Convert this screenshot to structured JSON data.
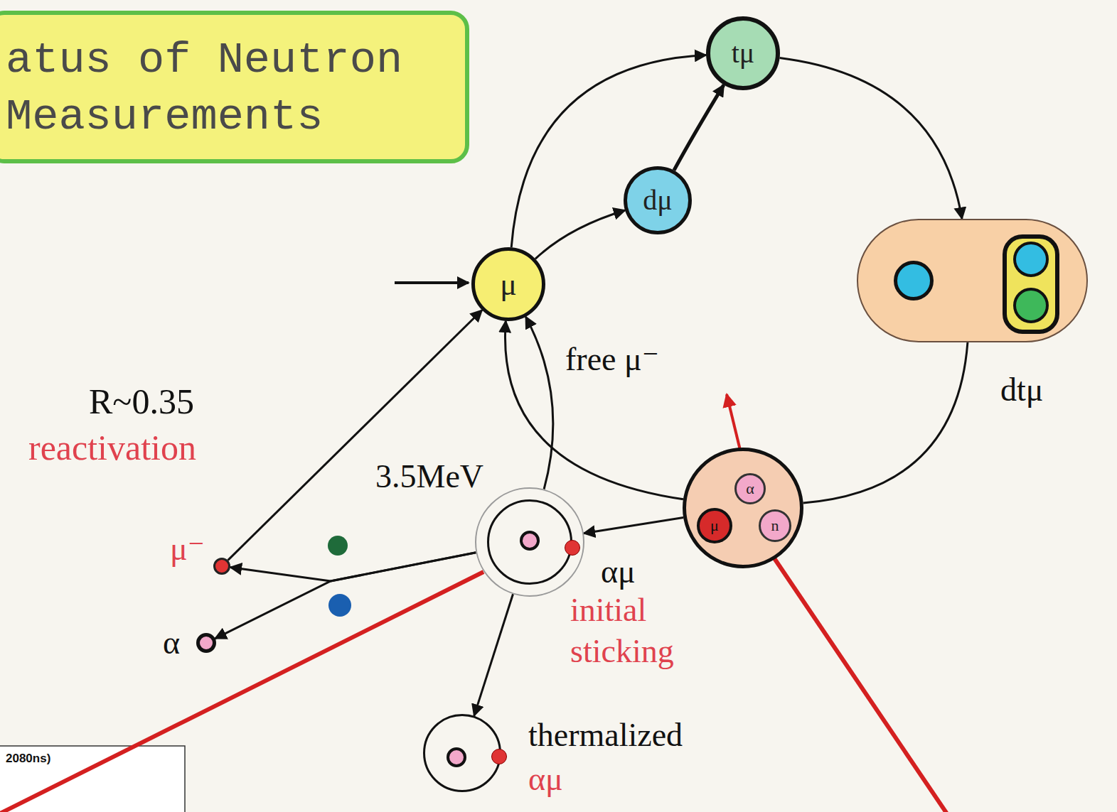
{
  "diagram": {
    "title": "atus of Neutron Measurements",
    "nodes": [
      {
        "text": [
          "tμ"
        ]
      },
      {
        "text": [
          "dμ"
        ]
      },
      {
        "text": [
          "μ"
        ]
      },
      {
        "text": [
          "dtμ"
        ]
      },
      {
        "text": []
      },
      {
        "text": [
          "α"
        ],
        "in": 4
      },
      {
        "text": [
          "μ"
        ],
        "in": 4
      },
      {
        "text": [
          "n"
        ],
        "in": 4
      },
      {
        "text": [
          "αμ",
          "initial sticking"
        ]
      },
      {
        "text": [
          "μ⁻"
        ]
      },
      {
        "text": [
          "α"
        ]
      },
      {
        "text": [
          "thermalized",
          "αμ"
        ]
      }
    ],
    "edges": [
      {
        "from": 2,
        "to": 1,
        "arrow": "to"
      },
      {
        "from": 2,
        "to": 0,
        "arrow": "to"
      },
      {
        "from": 1,
        "to": 0,
        "arrow": "to"
      },
      {
        "from": 0,
        "to": 3,
        "arrow": "to"
      },
      {
        "from": 3,
        "to": 4,
        "arrow": "none"
      },
      {
        "from": 4,
        "to": 2,
        "arrow": "to"
      },
      {
        "from": 8,
        "to": 2,
        "arrow": "to"
      },
      {
        "from": 4,
        "to": 8,
        "arrow": "to"
      },
      {
        "from": 8,
        "to": 9,
        "arrow": "to"
      },
      {
        "from": 8,
        "to": 10,
        "arrow": "to"
      },
      {
        "from": 9,
        "to": 2,
        "arrow": "to"
      },
      {
        "from": 8,
        "to": 11,
        "arrow": "to"
      }
    ],
    "labels": [
      "free μ⁻",
      "R~0.35",
      "reactivation",
      "3.5MeV",
      "2080ns)"
    ]
  }
}
